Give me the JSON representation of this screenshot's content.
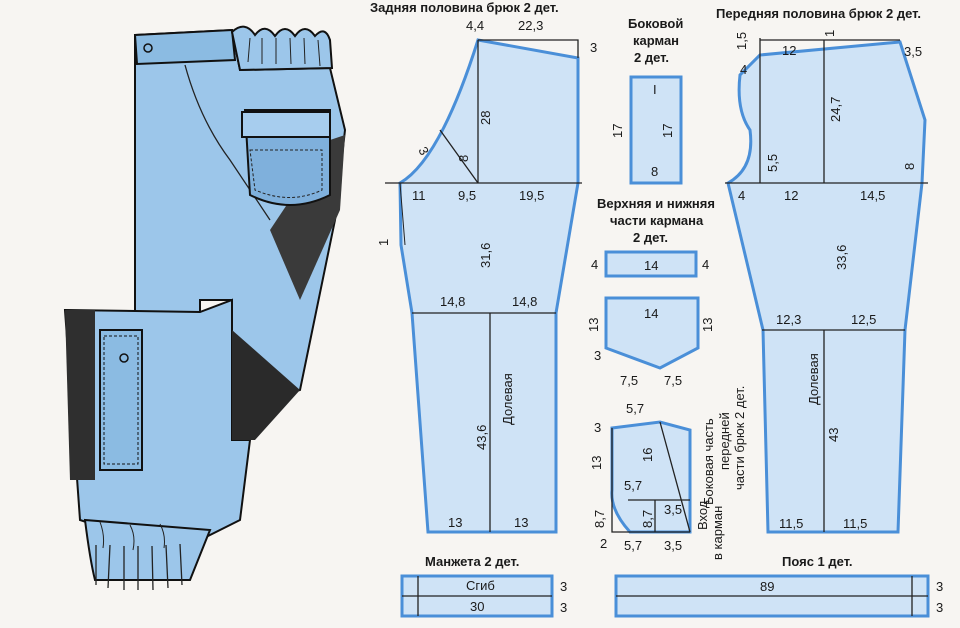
{
  "colors": {
    "fabric": "#cfe3f6",
    "outline": "#4a8fd8",
    "ink": "#1a1a1a",
    "paper": "#f7f5f2",
    "illustration_blue": "#9cc6ea"
  },
  "illustration": {
    "name": "jeans-illustration"
  },
  "back": {
    "title": "Задняя половина брюк 2 дет.",
    "top_a": "4,4",
    "top_b": "22,3",
    "right_top": "3",
    "dart_28": "28",
    "dart_8": "8",
    "curve_3": "3",
    "hip_left": "11",
    "hip_mid": "9,5",
    "hip_right": "19,5",
    "side_1": "1",
    "len_31_6": "31,6",
    "knee_left": "14,8",
    "knee_right": "14,8",
    "grain": "Долевая",
    "len_43_6": "43,6",
    "hem_left": "13",
    "hem_right": "13"
  },
  "side_pocket": {
    "title_1": "Боковой",
    "title_2": "карман",
    "title_3": "2 дет.",
    "roman": "I",
    "len_left": "17",
    "len_inner": "17",
    "width": "8"
  },
  "pocket_parts": {
    "title_1": "Верхняя и нижняя",
    "title_2": "части кармана",
    "title_3": "2 дет.",
    "strip_left": "4",
    "strip_width": "14",
    "strip_right": "4",
    "pocket_width": "14",
    "pocket_left": "13",
    "pocket_right": "13",
    "pocket_corner": "3",
    "bottom_left": "7,5",
    "bottom_right": "7,5"
  },
  "front_side": {
    "caption_1": "Боковая часть",
    "caption_2": "передней",
    "caption_3": "части брюк 2 дет.",
    "entry_1": "Вход",
    "entry_2": "в карман",
    "top": "5,7",
    "left_top": "3",
    "left_mid": "13",
    "diag": "16",
    "inner_width": "5,7",
    "inner_8_7": "8,7",
    "inner_3_5": "3,5",
    "outer_8_7": "8,7",
    "outer_2": "2",
    "bottom_5_7": "5,7",
    "bottom_3_5": "3,5"
  },
  "front": {
    "title": "Передняя половина брюк 2 дет.",
    "top_1_5": "1,5",
    "top_12": "12",
    "top_1": "1",
    "right_3_5": "3,5",
    "left_4": "4",
    "len_24_7": "24,7",
    "curve_5_5": "5,5",
    "right_8": "8",
    "hip_4": "4",
    "hip_12": "12",
    "hip_14_5": "14,5",
    "len_33_6": "33,6",
    "knee_left": "12,3",
    "knee_right": "12,5",
    "grain": "Долевая",
    "len_43": "43",
    "hem_left": "11,5",
    "hem_right": "11,5"
  },
  "cuff": {
    "title": "Манжета 2 дет.",
    "fold": "Сгиб",
    "length": "30",
    "h1": "3",
    "h2": "3"
  },
  "waistband": {
    "title": "Пояс 1 дет.",
    "length": "89",
    "h1": "3",
    "h2": "3"
  }
}
